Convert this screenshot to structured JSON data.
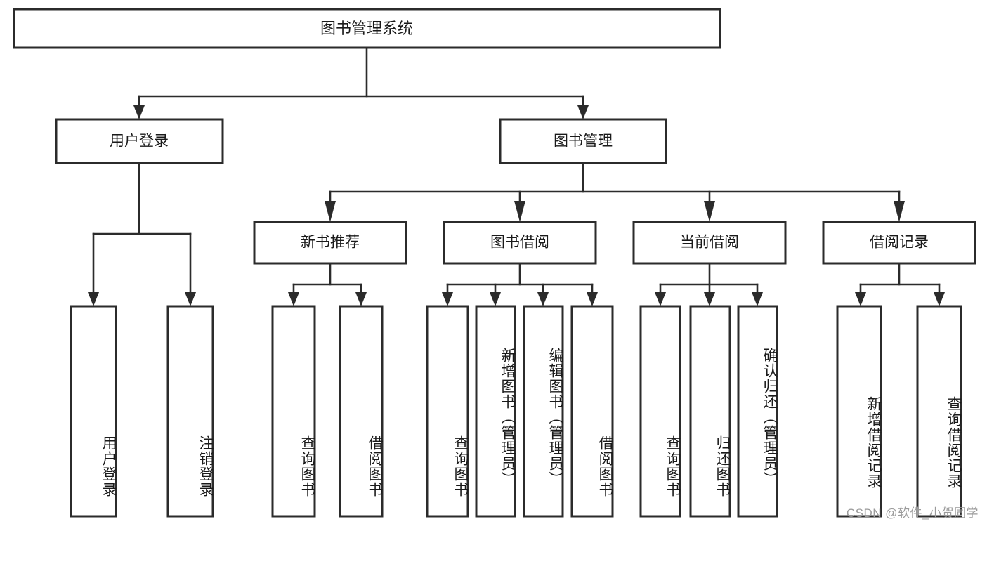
{
  "diagram": {
    "type": "tree-hierarchy-chart",
    "title": "图书管理系统",
    "watermark": "CSDN @软件_小贺同学",
    "colors": {
      "background": "#ffffff",
      "box_stroke": "#2b2b2b",
      "box_fill": "#ffffff",
      "text": "#1a1a1a",
      "watermark": "#9a9a9a"
    },
    "root": {
      "id": "root",
      "label": "图书管理系统",
      "orientation": "horizontal"
    },
    "level1": [
      {
        "id": "user-login",
        "label": "用户登录",
        "orientation": "horizontal"
      },
      {
        "id": "book-manage",
        "label": "图书管理",
        "orientation": "horizontal"
      }
    ],
    "level2": [
      {
        "id": "new-book-recommend",
        "label": "新书推荐",
        "parent": "book-manage",
        "orientation": "horizontal"
      },
      {
        "id": "book-borrow",
        "label": "图书借阅",
        "parent": "book-manage",
        "orientation": "horizontal"
      },
      {
        "id": "current-borrow",
        "label": "当前借阅",
        "parent": "book-manage",
        "orientation": "horizontal"
      },
      {
        "id": "borrow-record",
        "label": "借阅记录",
        "parent": "book-manage",
        "orientation": "horizontal"
      }
    ],
    "leaves": [
      {
        "id": "leaf-user-login",
        "label": "用户登录",
        "parent": "user-login",
        "orientation": "vertical"
      },
      {
        "id": "leaf-user-logout",
        "label": "注销登录",
        "parent": "user-login",
        "orientation": "vertical"
      },
      {
        "id": "leaf-query-book-1",
        "label": "查询图书",
        "parent": "new-book-recommend",
        "orientation": "vertical"
      },
      {
        "id": "leaf-borrow-book-1",
        "label": "借阅图书",
        "parent": "new-book-recommend",
        "orientation": "vertical"
      },
      {
        "id": "leaf-query-book-2",
        "label": "查询图书",
        "parent": "book-borrow",
        "orientation": "vertical"
      },
      {
        "id": "leaf-add-book",
        "label": "新增图书（管理员）",
        "parent": "book-borrow",
        "orientation": "vertical"
      },
      {
        "id": "leaf-edit-book",
        "label": "编辑图书（管理员）",
        "parent": "book-borrow",
        "orientation": "vertical"
      },
      {
        "id": "leaf-borrow-book-2",
        "label": "借阅图书",
        "parent": "book-borrow",
        "orientation": "vertical"
      },
      {
        "id": "leaf-query-book-3",
        "label": "查询图书",
        "parent": "current-borrow",
        "orientation": "vertical"
      },
      {
        "id": "leaf-return-book",
        "label": "归还图书",
        "parent": "current-borrow",
        "orientation": "vertical"
      },
      {
        "id": "leaf-confirm-return",
        "label": "确认归还（管理员）",
        "parent": "current-borrow",
        "orientation": "vertical"
      },
      {
        "id": "leaf-add-record",
        "label": "新增借阅记录",
        "parent": "borrow-record",
        "orientation": "vertical"
      },
      {
        "id": "leaf-query-record",
        "label": "查询借阅记录",
        "parent": "borrow-record",
        "orientation": "vertical"
      }
    ]
  }
}
